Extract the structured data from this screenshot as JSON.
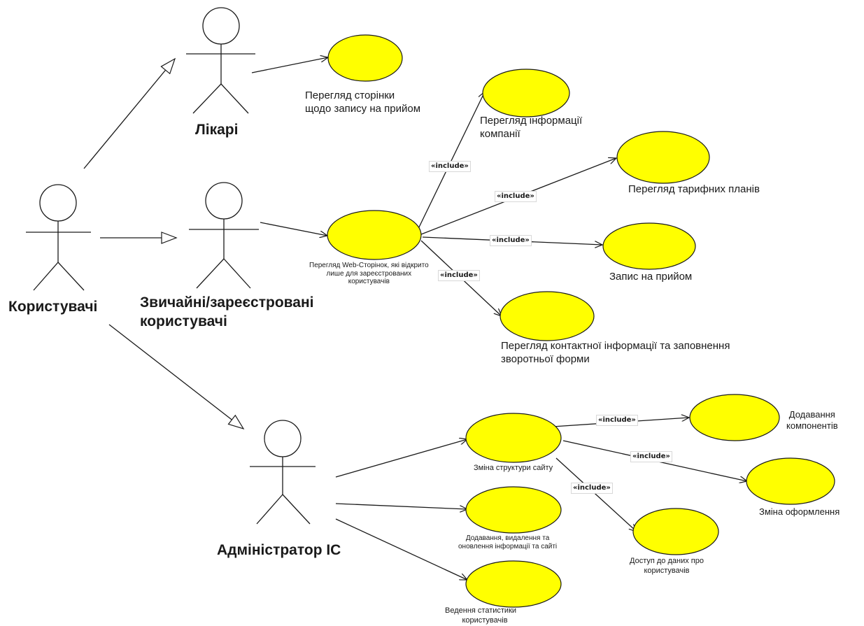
{
  "actors": {
    "users": "Користувачі",
    "doctors": "Лікарі",
    "regular": "Звичайні/зареєстровані\nкористувачі",
    "admin": "Адміністратор ІС"
  },
  "use_cases": {
    "doctor_page": "Перегляд сторінки\nщодо запису на прийом",
    "company_info": "Перегляд інформації\nкомпанії",
    "tariffs": "Перегляд тарифних планів",
    "web_pages": "Перегляд Web-Сторінок, які відкрито\nлише для зареєстрованих\nкористувачів",
    "appointment": "Запис на прийом",
    "contacts": "Перегляд контактної інформації та заповнення\nзворотньої форми",
    "add_components": "Додавання\nкомпонентів",
    "site_structure": "Зміна структури сайту",
    "design_change": "Зміна оформлення",
    "site_info": "Додавання, видалення та\nоновлення інформації та сайті",
    "user_data": "Доступ до даних про\nкористувачів",
    "statistics": "Ведення статистики\n        користувачів"
  },
  "stereotype": "«include»",
  "colors": {
    "use_case_fill": "#ffff00",
    "line": "#1a1a1a",
    "background": "#ffffff"
  }
}
